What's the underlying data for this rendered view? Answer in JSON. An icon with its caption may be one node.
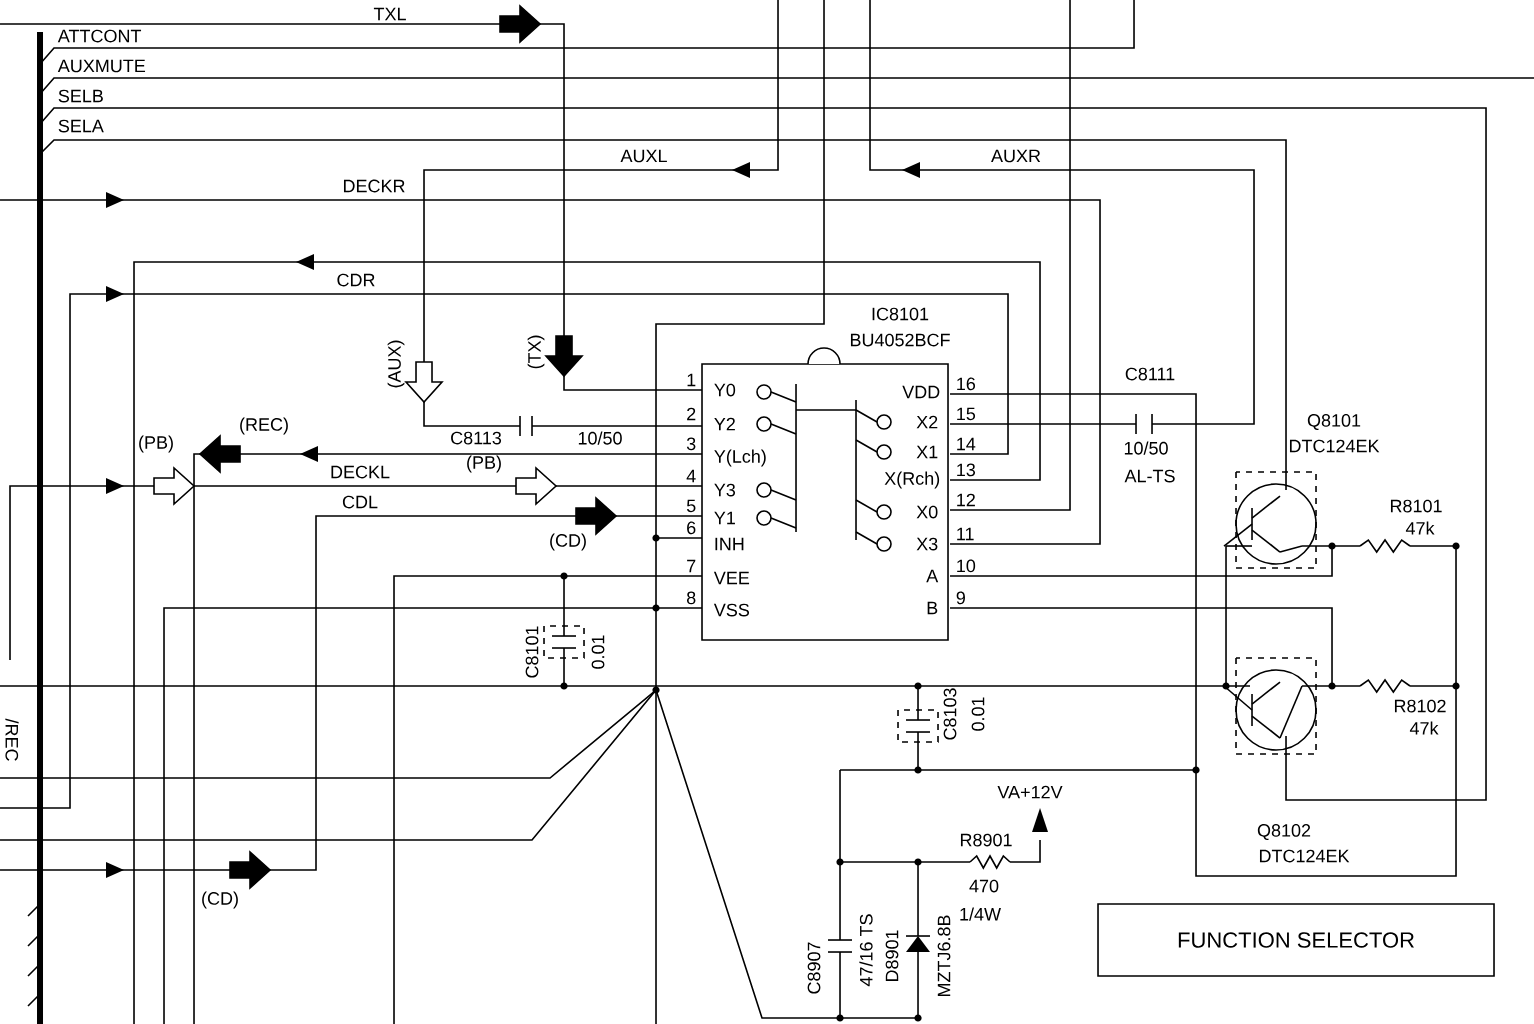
{
  "diagram": {
    "nodes": [
      {
        "text": [
          "IC8101",
          "BU4052BCF",
          "Y0",
          "Y2",
          "Y(Lch)",
          "Y3",
          "Y1",
          "INH",
          "VEE",
          "VSS",
          "VDD",
          "X2",
          "X1",
          "X(Rch)",
          "X0",
          "X3",
          "A",
          "B"
        ],
        "beside": [
          "1",
          "2",
          "3",
          "4",
          "5",
          "6",
          "7",
          "8",
          "16",
          "15",
          "14",
          "13",
          "12",
          "11",
          "10",
          "9"
        ]
      },
      {
        "text": [
          "FUNCTION SELECTOR"
        ]
      }
    ],
    "labels": [
      "TXL",
      "ATTCONT",
      "AUXMUTE",
      "SELB",
      "SELA",
      "AUXL",
      "AUXR",
      "DECKR",
      "CDR",
      "(AUX)",
      "(TX)",
      "C8111",
      "Q8101",
      "DTC124EK",
      "C8113",
      "10/50",
      "10/50",
      "AL-TS",
      "R8101",
      "47k",
      "(PB)",
      "(REC)",
      "DECKL",
      "(PB)",
      "CDL",
      "(CD)",
      "C8101",
      "0.01",
      "R8102",
      "47k",
      "/REC",
      "C8103",
      "0.01",
      "VA+12V",
      "R8901",
      "470",
      "1/4W",
      "Q8102",
      "DTC124EK",
      "(CD)",
      "C8907",
      "47/16 TS",
      "D8901",
      "MZTJ6.8B"
    ]
  }
}
